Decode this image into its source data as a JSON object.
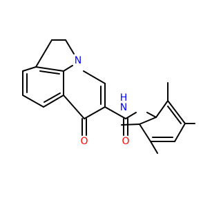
{
  "atoms": {
    "nitrogen_ring": {
      "symbol": "N",
      "color": "#0000ff"
    },
    "amide_nh": {
      "symbol": "N",
      "h_label": "H",
      "color": "#0000ff"
    },
    "carbonyl_o_ring": {
      "symbol": "O",
      "color": "#ff0000"
    },
    "carbonyl_o_amide": {
      "symbol": "O",
      "color": "#ff0000"
    }
  },
  "colors": {
    "bond": "#000000",
    "nitrogen": "#0000ff",
    "oxygen": "#ff0000",
    "background": "#ffffff"
  }
}
